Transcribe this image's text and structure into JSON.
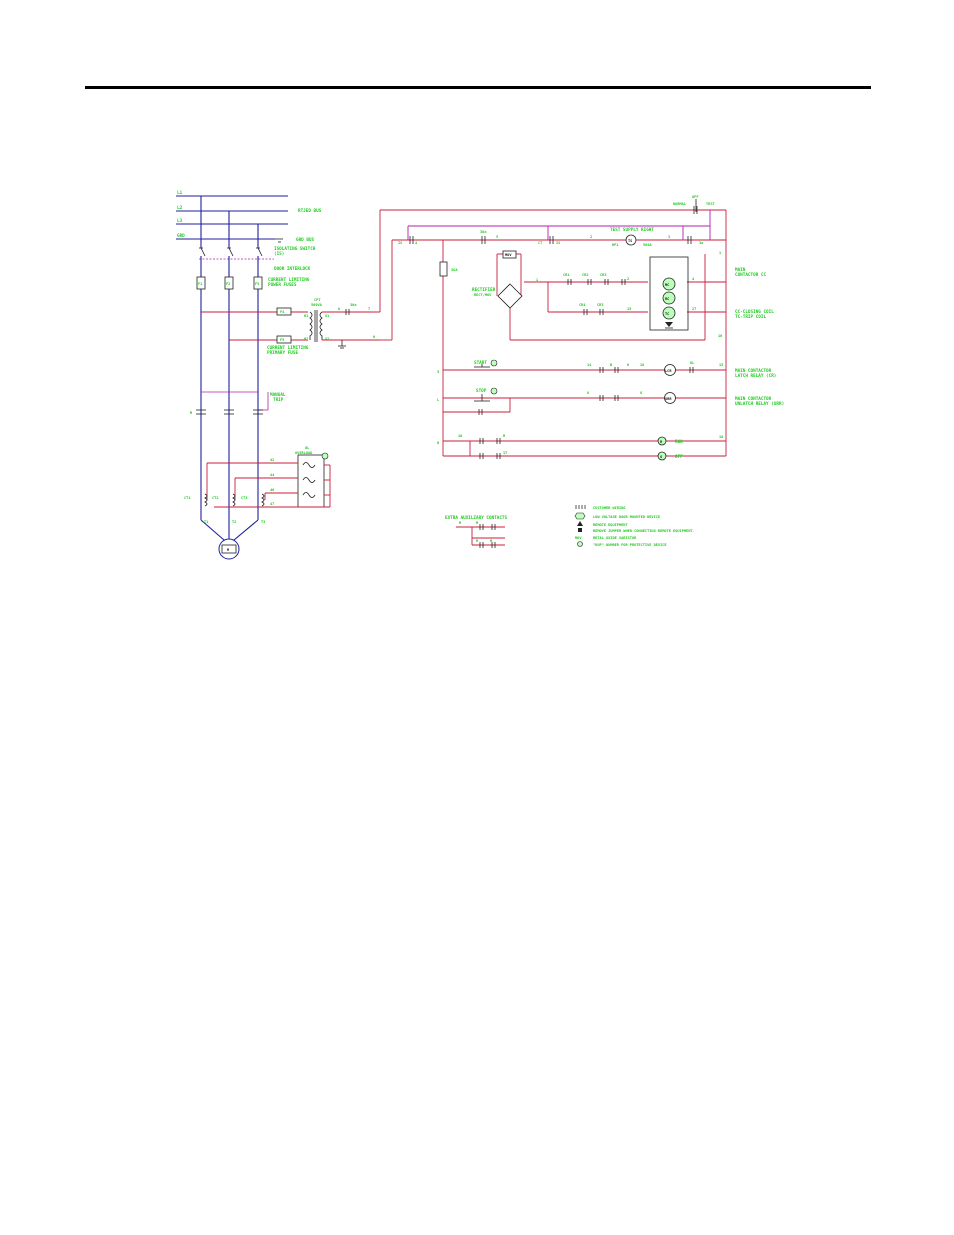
{
  "colors": {
    "bus": "#1f1fa0",
    "control": "#c81e3c",
    "test": "#b020b0",
    "label": "#1fcc1f",
    "device": "#222222",
    "rule": "#000000"
  },
  "bus": {
    "phases": [
      "L1",
      "L2",
      "L3",
      "GRD"
    ],
    "title": "RTJED BUS",
    "ground": "GRD BUS"
  },
  "power": {
    "isolating_switch": [
      "ISOLATING SWITCH",
      "(IS)"
    ],
    "door_interlock": "DOOR INTERLOCK",
    "power_fuses": [
      "CURRENT LIMITING",
      "POWER FUSES"
    ],
    "power_fuse_tags": [
      "F1",
      "F2",
      "F3"
    ],
    "cpt": [
      "CPT",
      "500VA"
    ],
    "cpt_terminals": [
      "H1",
      "H2",
      "X1",
      "X2"
    ],
    "primary_fuses": [
      "CURRENT LIMITING",
      "PRIMARY FUSE"
    ],
    "primary_fuse_tags": [
      "F4",
      "F5"
    ],
    "wire_nums": [
      "8",
      "30a",
      "7",
      "6"
    ],
    "manual_trip": [
      "MANUAL",
      "TRIP"
    ],
    "contactor_tag": "M",
    "overload": [
      "OL",
      "OVERLOAD"
    ],
    "overload_wires": [
      "42",
      "44",
      "46",
      "47"
    ],
    "ct_tags": [
      "CT1",
      "CT2",
      "CT3"
    ],
    "motor_terms": [
      "T1",
      "T2",
      "T3"
    ],
    "motor": "M"
  },
  "control": {
    "top_wires": [
      "IS",
      "4",
      "30a",
      "5",
      "CT",
      "IS",
      "2",
      "3",
      "3a",
      "1"
    ],
    "test_supply": "TEST SUPPLY RIGHT",
    "test_plug": "TS",
    "test_tags": [
      "RP1",
      "500A"
    ],
    "selector": [
      "OFF",
      "NORMAL",
      "TEST"
    ],
    "fuse": "3GA",
    "mov": "MOV",
    "rectifier": [
      "RECTIFIER",
      "RECT/MOV"
    ],
    "rect_wires": [
      "1",
      "10"
    ],
    "relay_tags": [
      "CR1",
      "CR2",
      "CR3",
      "CR4",
      "CR5"
    ],
    "relay_wires": [
      "1",
      "5",
      "8",
      "2",
      "3",
      "4",
      "27",
      "12",
      "15"
    ],
    "coils": [
      "MC",
      "RC",
      "TC"
    ],
    "coil_labels": {
      "closing": [
        "MAIN",
        "CONTACTOR CC"
      ],
      "tripping": [
        "CC-CLOSING COIL",
        "TC-TRIP COIL"
      ],
      "latch": [
        "MAIN CONTACTOR",
        "LATCH RELAY (CR)"
      ],
      "unlatch": [
        "MAIN CONTACTOR",
        "UNLATCH RELAY (URR)"
      ]
    },
    "start": "START",
    "stop": "STOP",
    "rung_wires": [
      "14",
      "3",
      "B",
      "K",
      "OL",
      "15",
      "L",
      "18",
      "U",
      "G",
      "H",
      "16",
      "M",
      "17",
      "18"
    ],
    "latch_coil": "LCR",
    "unlatch_coil": "URR",
    "run": "RUN",
    "off": "OFF",
    "lamp_tags": [
      "R",
      "G"
    ]
  },
  "aux": {
    "title": "EXTRA AUXILIARY CONTACTS",
    "tags": [
      "M",
      "M",
      "M",
      "M"
    ]
  },
  "legend": [
    {
      "symbol": "dash",
      "text": "CUSTOMER WIRING"
    },
    {
      "symbol": "hex",
      "text": "LOW VOLTAGE DOOR MOUNTED DEVICE"
    },
    {
      "symbol": "tri",
      "text": "REMOTE EQUIPMENT"
    },
    {
      "symbol": "sq",
      "text": "REMOVE JUMPER WHEN CONNECTING REMOTE EQUIPMENT."
    },
    {
      "symbol": "MOV",
      "text": "METAL OXIDE VARISTOR"
    },
    {
      "symbol": "circ",
      "text": "\"DUP\" NUMBER FOR PROTECTIVE DEVICE"
    }
  ]
}
